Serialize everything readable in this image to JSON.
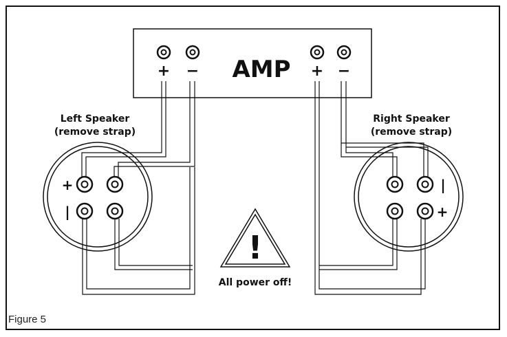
{
  "amp": {
    "label": "AMP",
    "left_pos_sign": "+",
    "left_neg_sign": "−",
    "right_pos_sign": "+",
    "right_neg_sign": "−"
  },
  "left_speaker": {
    "title": "Left Speaker",
    "subtitle": "(remove strap)",
    "pos_sign": "+",
    "neg_sign": "|"
  },
  "right_speaker": {
    "title": "Right Speaker",
    "subtitle": "(remove strap)",
    "pos_sign": "+",
    "neg_sign": "|"
  },
  "warning": {
    "symbol": "!",
    "text": "All power off!"
  },
  "figure": {
    "caption": "Figure 5"
  }
}
